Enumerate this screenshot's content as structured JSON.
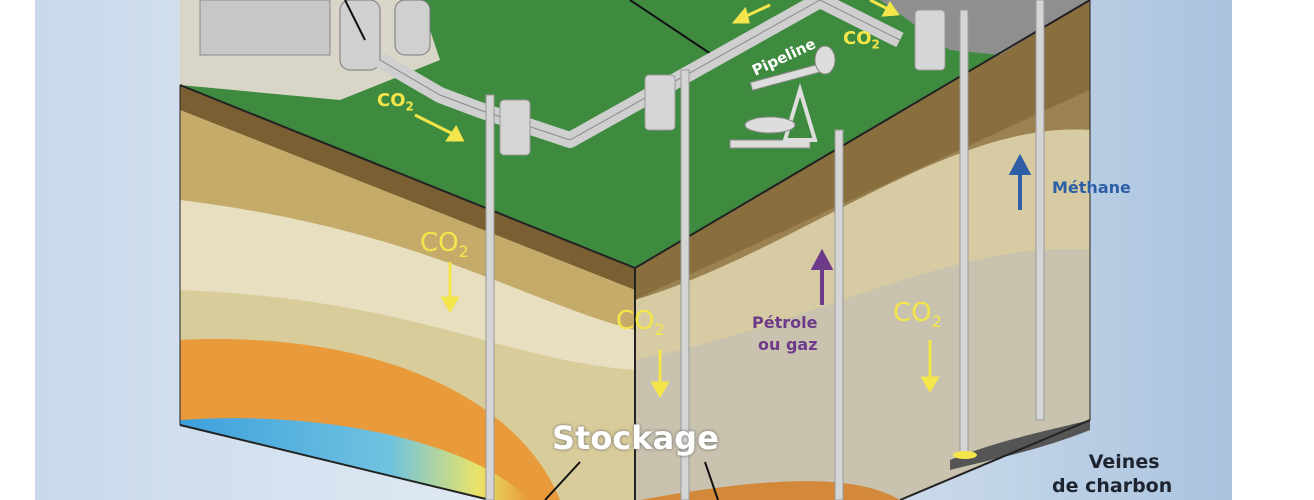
{
  "labels": {
    "co2": "CO",
    "co2_sub": "2",
    "pipeline": "Pipeline",
    "methane": "Méthane",
    "petrole": "Pétrole",
    "ou_gaz": "ou gaz",
    "stockage": "Stockage",
    "veines": "Veines",
    "de_charbon": "de charbon"
  },
  "colors": {
    "ground": "#3e8b3f",
    "co2_text": "#f4e64a",
    "methane_text": "#2e5fa6",
    "petrole_text": "#6e3a8a",
    "background": "#b9cde2"
  }
}
